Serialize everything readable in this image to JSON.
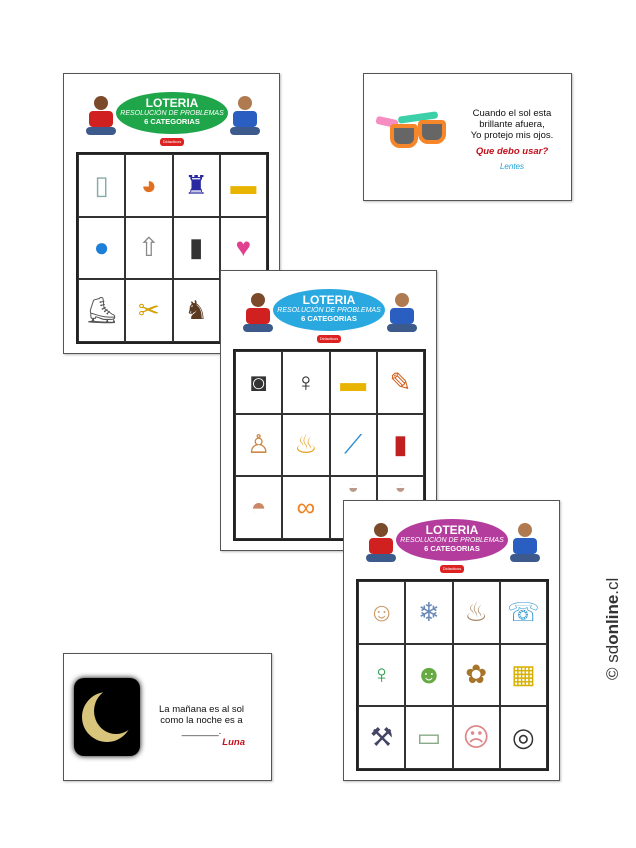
{
  "boards": [
    {
      "title": "LOTERIA",
      "subtitle": "RESOLUCIÓN DE PROBLEMAS",
      "categories": "6 CATEGORIAS",
      "color": "#1fa64a",
      "logo": "Didacticos",
      "cells": [
        {
          "icon": "glass",
          "g": "▯",
          "c": "#8aa"
        },
        {
          "icon": "pizza",
          "g": "◕",
          "c": "#e07020"
        },
        {
          "icon": "lamp",
          "g": "♜",
          "c": "#2a2aa0"
        },
        {
          "icon": "taxi",
          "g": "▬",
          "c": "#e8b400"
        },
        {
          "icon": "balloon",
          "g": "●",
          "c": "#1e7fd8"
        },
        {
          "icon": "rocket",
          "g": "⇧",
          "c": "#888"
        },
        {
          "icon": "thermometer",
          "g": "▮",
          "c": "#333"
        },
        {
          "icon": "swimsuit",
          "g": "♥",
          "c": "#e04090"
        },
        {
          "icon": "ice-skate",
          "g": "⛸",
          "c": "#555"
        },
        {
          "icon": "scissors",
          "g": "✂",
          "c": "#d4a000"
        },
        {
          "icon": "dog",
          "g": "♞",
          "c": "#5a3a20"
        },
        {
          "icon": "empty",
          "g": "",
          "c": "#fff"
        }
      ]
    },
    {
      "title": "LOTERIA",
      "subtitle": "RESOLUCIÓN DE PROBLEMAS",
      "categories": "6 CATEGORIAS",
      "color": "#2aa8e0",
      "logo": "Didacticos",
      "cells": [
        {
          "icon": "camera",
          "g": "◙",
          "c": "#333"
        },
        {
          "icon": "wedding-couple",
          "g": "♀",
          "c": "#222"
        },
        {
          "icon": "school-bus",
          "g": "▬",
          "c": "#e8b400"
        },
        {
          "icon": "pencil",
          "g": "✎",
          "c": "#d06020"
        },
        {
          "icon": "crossing-guard",
          "g": "♙",
          "c": "#c84"
        },
        {
          "icon": "popcorn",
          "g": "♨",
          "c": "#e8a020"
        },
        {
          "icon": "toothbrush",
          "g": "⟋",
          "c": "#2a8ad0"
        },
        {
          "icon": "towel",
          "g": "▮",
          "c": "#c02020"
        },
        {
          "icon": "cereal",
          "g": "◓",
          "c": "#c86"
        },
        {
          "icon": "sunglasses",
          "g": "∞",
          "c": "#f08020"
        },
        {
          "icon": "object",
          "g": "◒",
          "c": "#b98"
        },
        {
          "icon": "object",
          "g": "◒",
          "c": "#b98"
        }
      ]
    },
    {
      "title": "LOTERIA",
      "subtitle": "RESOLUCIÓN DE PROBLEMAS",
      "categories": "6 CATEGORIAS",
      "color": "#b43c9c",
      "logo": "Didacticos",
      "cells": [
        {
          "icon": "washing-hands",
          "g": "☺",
          "c": "#c96"
        },
        {
          "icon": "snowy-forest",
          "g": "❄",
          "c": "#6a8ab8"
        },
        {
          "icon": "cooking",
          "g": "♨",
          "c": "#a86"
        },
        {
          "icon": "girl-phone",
          "g": "☏",
          "c": "#3a9ad0"
        },
        {
          "icon": "girl",
          "g": "♀",
          "c": "#2a9a4a"
        },
        {
          "icon": "boy-eating",
          "g": "☻",
          "c": "#6a4"
        },
        {
          "icon": "bird-nest",
          "g": "✿",
          "c": "#a6742a"
        },
        {
          "icon": "calendar",
          "g": "▦",
          "c": "#d8b000"
        },
        {
          "icon": "repairman",
          "g": "⚒",
          "c": "#446"
        },
        {
          "icon": "moving-couch",
          "g": "▭",
          "c": "#8a8"
        },
        {
          "icon": "sick-child",
          "g": "☹",
          "c": "#d88"
        },
        {
          "icon": "tire",
          "g": "◎",
          "c": "#333"
        }
      ]
    }
  ],
  "clue_sunglasses": {
    "line1": "Cuando el sol esta",
    "line2": "brillante afuera,",
    "line3": "Yo protejo mis ojos.",
    "question": "Que debo usar?",
    "answer": "Lentes"
  },
  "clue_moon": {
    "line1": "La mañana es al sol",
    "line2": "como la noche es a _______.",
    "answer": "Luna"
  },
  "watermark": {
    "symbol": "©",
    "prefix": "sd",
    "brand": "online",
    "suffix": ".cl"
  }
}
